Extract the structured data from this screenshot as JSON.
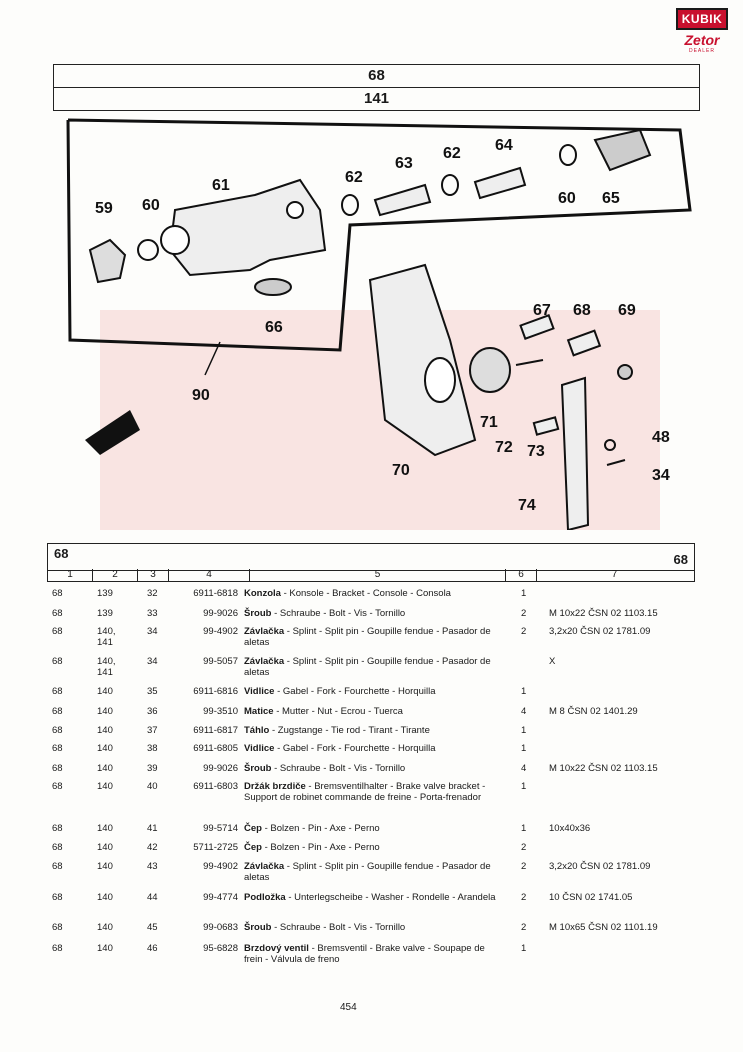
{
  "logo": {
    "top": "KUBIK",
    "middle": "Zetor",
    "bottom": "DEALER"
  },
  "header": {
    "group": "68",
    "subgroup": "141"
  },
  "diagram": {
    "part_labels": [
      "59",
      "60",
      "61",
      "62",
      "63",
      "62",
      "64",
      "60",
      "65",
      "66",
      "90",
      "67",
      "68",
      "69",
      "70",
      "71",
      "72",
      "73",
      "48",
      "34",
      "74"
    ]
  },
  "table": {
    "group_left": "68",
    "group_right": "68",
    "columns": [
      "1",
      "2",
      "3",
      "4",
      "5",
      "6",
      "7"
    ],
    "rows": [
      {
        "c1": "68",
        "c2": "139",
        "c3": "32",
        "c4": "6911-6818",
        "name": "Konzola",
        "desc": " - Konsole - Bracket - Console - Consola",
        "qty": "1",
        "note": ""
      },
      {
        "c1": "68",
        "c2": "139",
        "c3": "33",
        "c4": "99-9026",
        "name": "Šroub",
        "desc": " - Schraube - Bolt - Vis - Tornillo",
        "qty": "2",
        "note": "M 10x22 ČSN 02 1103.15"
      },
      {
        "c1": "68",
        "c2": "140,\n141",
        "c3": "34",
        "c4": "99-4902",
        "name": "Závlačka",
        "desc": " - Splint - Split pin - Goupille fendue - Pasador de aletas",
        "qty": "2",
        "note": "3,2x20 ČSN 02 1781.09"
      },
      {
        "c1": "68",
        "c2": "140,\n141",
        "c3": "34",
        "c4": "99-5057",
        "name": "Závlačka",
        "desc": " - Splint - Split pin - Goupille fendue - Pasador de aletas",
        "qty": "",
        "note": "X"
      },
      {
        "c1": "68",
        "c2": "140",
        "c3": "35",
        "c4": "6911-6816",
        "name": "Vidlice",
        "desc": " - Gabel - Fork - Fourchette - Horquilla",
        "qty": "1",
        "note": ""
      },
      {
        "c1": "68",
        "c2": "140",
        "c3": "36",
        "c4": "99-3510",
        "name": "Matice",
        "desc": " - Mutter - Nut - Ecrou - Tuerca",
        "qty": "4",
        "note": "M 8 ČSN 02 1401.29"
      },
      {
        "c1": "68",
        "c2": "140",
        "c3": "37",
        "c4": "6911-6817",
        "name": "Táhlo",
        "desc": " - Zugstange - Tie rod - Tirant - Tirante",
        "qty": "1",
        "note": ""
      },
      {
        "c1": "68",
        "c2": "140",
        "c3": "38",
        "c4": "6911-6805",
        "name": "Vidlice",
        "desc": " - Gabel - Fork - Fourchette - Horquilla",
        "qty": "1",
        "note": ""
      },
      {
        "c1": "68",
        "c2": "140",
        "c3": "39",
        "c4": "99-9026",
        "name": "Šroub",
        "desc": " - Schraube - Bolt - Vis - Tornillo",
        "qty": "4",
        "note": "M 10x22 ČSN 02 1103.15"
      },
      {
        "c1": "68",
        "c2": "140",
        "c3": "40",
        "c4": "6911-6803",
        "name": "Držák brzdiče",
        "desc": " - Bremsventilhalter - Brake valve bracket - Support de robinet commande de freine - Porta-frenador",
        "qty": "1",
        "note": ""
      },
      {
        "c1": "68",
        "c2": "140",
        "c3": "41",
        "c4": "99-5714",
        "name": "Čep",
        "desc": " - Bolzen - Pin - Axe - Perno",
        "qty": "1",
        "note": "10x40x36"
      },
      {
        "c1": "68",
        "c2": "140",
        "c3": "42",
        "c4": "5711-2725",
        "name": "Čep",
        "desc": " - Bolzen - Pin - Axe - Perno",
        "qty": "2",
        "note": ""
      },
      {
        "c1": "68",
        "c2": "140",
        "c3": "43",
        "c4": "99-4902",
        "name": "Závlačka",
        "desc": " - Splint - Split pin - Goupille fendue - Pasador de aletas",
        "qty": "2",
        "note": "3,2x20 ČSN 02 1781.09"
      },
      {
        "c1": "68",
        "c2": "140",
        "c3": "44",
        "c4": "99-4774",
        "name": "Podložka",
        "desc": " - Unterlegscheibe - Washer - Rondelle - Arandela",
        "qty": "2",
        "note": "10 ČSN 02 1741.05"
      },
      {
        "c1": "68",
        "c2": "140",
        "c3": "45",
        "c4": "99-0683",
        "name": "Šroub",
        "desc": " - Schraube - Bolt - Vis - Tornillo",
        "qty": "2",
        "note": "M 10x65 ČSN 02 1101.19"
      },
      {
        "c1": "68",
        "c2": "140",
        "c3": "46",
        "c4": "95-6828",
        "name": "Brzdový ventil",
        "desc": " - Bremsventil - Brake valve - Soupape de frein - Válvula de freno",
        "qty": "1",
        "note": ""
      }
    ]
  },
  "page_number": "454"
}
